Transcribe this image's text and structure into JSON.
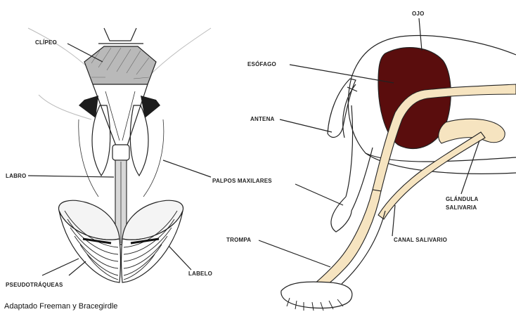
{
  "labels": {
    "clipeo": "CLÍPEO",
    "labro": "LABRO",
    "palpos": "PALPOS MAXILARES",
    "pseudotraqueas": "PSEUDOTRÁQUEAS",
    "labelo": "LABELO",
    "ojo": "OJO",
    "esofago": "ESÓFAGO",
    "antena": "ANTENA",
    "glandula_1": "GLÁNDULA",
    "glandula_2": "SALIVARIA",
    "canal": "CANAL SALIVARIO",
    "trompa": "TROMPA"
  },
  "caption": "Adaptado Freeman y Bracegirdle",
  "colors": {
    "eye": "#5a0d0d",
    "duct": "#f6e4c0",
    "outline": "#222222"
  }
}
